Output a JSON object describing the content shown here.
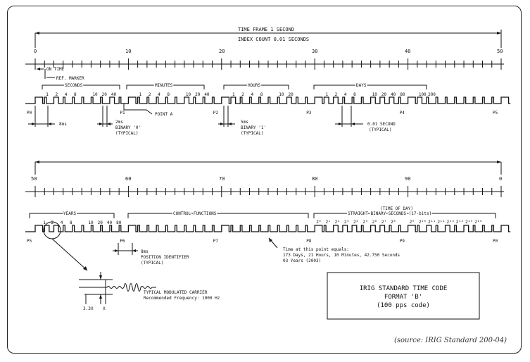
{
  "colors": {
    "ink": "#111111",
    "border": "#222222",
    "source": "#333333"
  },
  "row1": {
    "frame_title": "TIME FRAME  1 SECOND",
    "index_label": "INDEX COUNT  0.01 SECONDS",
    "ticks": [
      {
        "v": "0"
      },
      {
        "v": "10"
      },
      {
        "v": "20"
      },
      {
        "v": "30"
      },
      {
        "v": "40"
      },
      {
        "v": "50"
      }
    ],
    "labels": {
      "on_time": "ON TIME",
      "ref_marker": "REF. MARKER",
      "seconds": "SECONDS",
      "minutes": "MINUTES",
      "hours": "HOURS",
      "days": "DAYS",
      "point_a": "POINT A"
    },
    "seconds_bits": [
      "1",
      "2",
      "4",
      "8",
      "10",
      "20",
      "40"
    ],
    "minutes_bits": [
      "1",
      "2",
      "4",
      "8",
      "10",
      "20",
      "40"
    ],
    "hours_bits": [
      "1",
      "2",
      "4",
      "8",
      "10",
      "20"
    ],
    "days_bits": [
      "1",
      "2",
      "4",
      "8",
      "10",
      "20",
      "40",
      "80",
      "100",
      "200"
    ],
    "markers": [
      "P0",
      "P1",
      "P2",
      "P3",
      "P4",
      "P5"
    ],
    "ann_8ms": "8ms",
    "ann_2ms": "2ms",
    "ann_binary0": "BINARY '0'",
    "ann_typ1": "(TYPICAL)",
    "ann_5ms": "5ms",
    "ann_binary1": "BINARY '1'",
    "ann_typ2": "(TYPICAL)",
    "ann_001": "0.01 SECOND",
    "ann_typ3": "(TYPICAL)"
  },
  "row2": {
    "ticks": [
      {
        "v": "50"
      },
      {
        "v": "60"
      },
      {
        "v": "70"
      },
      {
        "v": "80"
      },
      {
        "v": "90"
      },
      {
        "v": "0"
      }
    ],
    "labels": {
      "years": "YEARS",
      "control": "CONTROL FUNCTIONS",
      "tod": "(TIME OF DAY)",
      "sbs": "STRAIGHT BINARY SECONDS (17-bits)"
    },
    "years_bits": [
      "1",
      "2",
      "4",
      "8",
      "10",
      "20",
      "40",
      "80"
    ],
    "sbs_bits": [
      "2⁰",
      "2¹",
      "2²",
      "2³",
      "2⁴",
      "2⁵",
      "2⁶",
      "2⁷",
      "2⁸",
      "2⁹",
      "2¹⁰",
      "2¹¹",
      "2¹²",
      "2¹³",
      "2¹⁴",
      "2¹⁵",
      "2¹⁶"
    ],
    "markers": [
      "P5",
      "P6",
      "P7",
      "P8",
      "P9",
      "P0"
    ],
    "ann_8ms": "8ms",
    "ann_pos": "POSITION IDENTIFIER",
    "ann_typ": "(TYPICAL)",
    "note1": "Time at this point equals:",
    "note2": "173 Days, 21 Hours, 10 Minutes, 42.750 Seconds",
    "note3": "03 Years (2003)",
    "carrier1": "TYPICAL MODULATED CARRIER",
    "carrier2": "Recommended Frequency: 1000 Hz",
    "ratio_a": "3.3X",
    "ratio_b": "X"
  },
  "titlebox": {
    "line1": "IRIG STANDARD TIME CODE",
    "line2": "FORMAT 'B'",
    "line3": "(100 pps code)"
  },
  "source": "(source: IRIG Standard 200-04)"
}
